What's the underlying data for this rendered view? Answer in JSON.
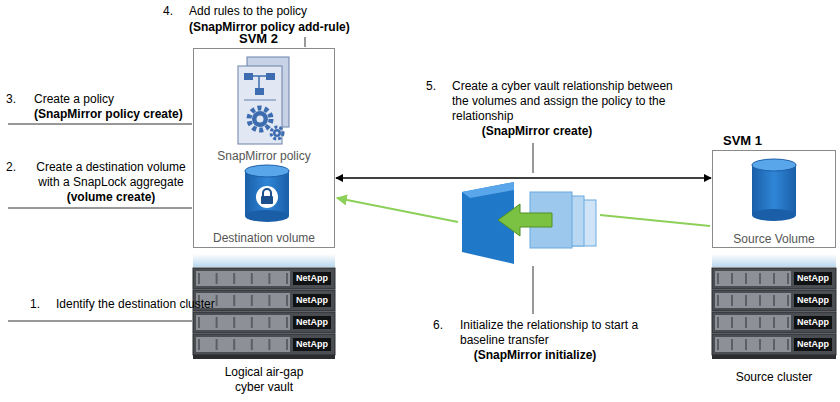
{
  "diagram": {
    "nodes": [
      {
        "text": [
          "SVM 2"
        ]
      },
      {
        "text": [
          "SnapMirror policy"
        ],
        "in": 0
      },
      {
        "text": [
          "Destination volume"
        ],
        "in": 0
      },
      {
        "text": [
          "SVM 1"
        ]
      },
      {
        "text": [
          "Source Volume"
        ],
        "in": 3
      }
    ],
    "edges": [
      {
        "from": 0,
        "to": 3,
        "arrow": "both"
      },
      {
        "from": 4,
        "to": 2,
        "arrow": "to"
      }
    ],
    "labels": [
      "4.",
      "Add rules to the policy",
      "(SnapMirror policy add-rule)",
      "3.",
      "Create a policy",
      "(SnapMirror policy create)",
      "2.",
      "Create a destination volume with a SnapLock aggregate",
      "(volume create)",
      "1.",
      "Identify the destination cluster",
      "5.",
      "Create a cyber vault relationship between the volumes and assign the policy to the relationship",
      "(SnapMirror create)",
      "6.",
      "Initialize the relationship to start a baseline transfer",
      "(SnapMirror initialize)",
      "Logical air-gap cyber vault",
      "Source cluster",
      "NetApp",
      "NetApp",
      "NetApp",
      "NetApp",
      "NetApp",
      "NetApp",
      "NetApp",
      "NetApp"
    ]
  }
}
